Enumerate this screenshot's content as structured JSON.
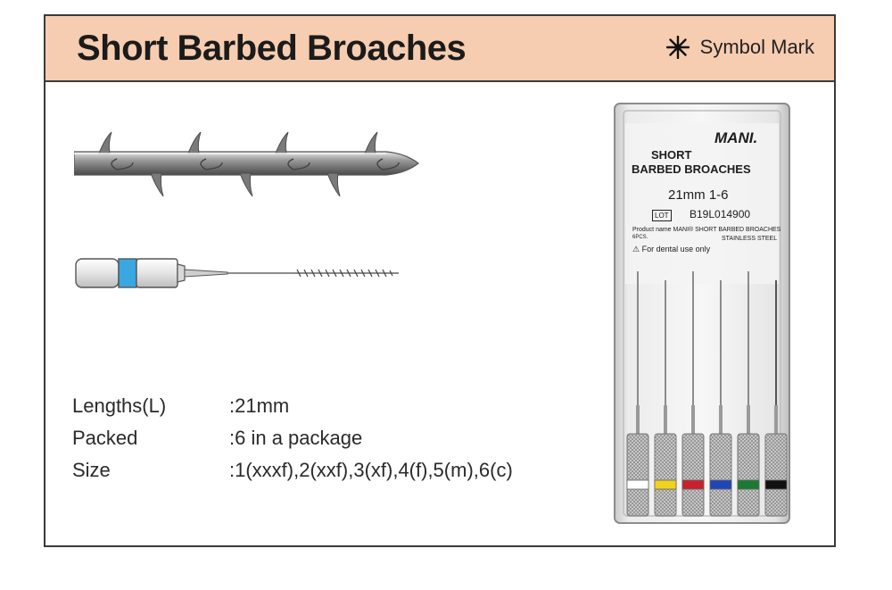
{
  "header": {
    "title": "Short Barbed Broaches",
    "symbol_label": "Symbol Mark"
  },
  "specs": [
    {
      "label": "Lengths(L)",
      "value": ":21mm"
    },
    {
      "label": "Packed",
      "value": ":6 in a package"
    },
    {
      "label": "Size",
      "value": ":1(xxxf),2(xxf),3(xf),4(f),5(m),6(c)"
    }
  ],
  "package": {
    "brand": "MANI.",
    "line1": "SHORT",
    "line2": "BARBED BROACHES",
    "size": "21mm 1-6",
    "lot_label": "LOT",
    "lot_number": "B19L014900",
    "product_name": "Product name MANI® SHORT BARBED BROACHES",
    "pcs": "6PCS.",
    "material": "STAINLESS STEEL",
    "warning": "For dental use only"
  },
  "colors": {
    "header_background": "#f6cdb0",
    "handle_band": "#3ba7e0",
    "size_codes": [
      "#ffffff",
      "#f2d21b",
      "#c8202e",
      "#1f46b8",
      "#1a7a32",
      "#111111"
    ]
  }
}
